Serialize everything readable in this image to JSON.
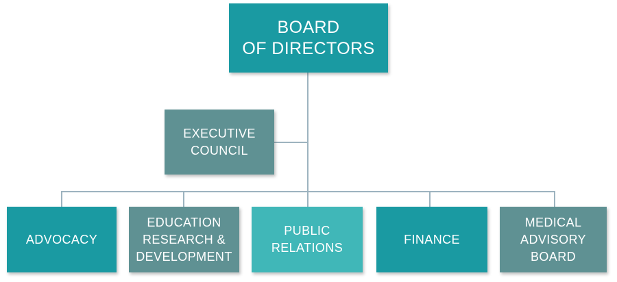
{
  "page": {
    "background": "#ffffff"
  },
  "colors": {
    "teal": "#1a9aa2",
    "gray_green": "#5f9193",
    "light_teal": "#40b7b8",
    "connector": "#9db3bf",
    "node_text": "#ffffff"
  },
  "org_chart": {
    "type": "org-chart",
    "root": {
      "label": "BOARD\nOF DIRECTORS",
      "color_key": "teal"
    },
    "assistant": {
      "label": "EXECUTIVE\nCOUNCIL",
      "color_key": "gray_green"
    },
    "departments": [
      {
        "label": "ADVOCACY",
        "color_key": "teal"
      },
      {
        "label": "EDUCATION\nRESEARCH &\nDEVELOPMENT",
        "color_key": "gray_green"
      },
      {
        "label": "PUBLIC\nRELATIONS",
        "color_key": "light_teal"
      },
      {
        "label": "FINANCE",
        "color_key": "teal"
      },
      {
        "label": "MEDICAL\nADVISORY\nBOARD",
        "color_key": "gray_green"
      }
    ]
  }
}
